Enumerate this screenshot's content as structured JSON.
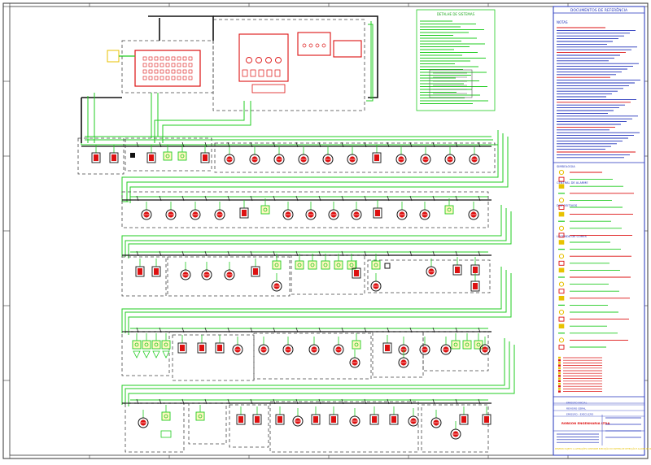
{
  "drawing": {
    "legend_header": "DOCUMENTOS DE REFERÊNCIA",
    "notes_label": "NOTAS",
    "detail_label": "DETALHE DE SISTEMAS",
    "company_name": "ROBSON ENGENHARIA LTDA",
    "revision_items": [
      "EMISSÃO INICIAL",
      "REVISÃO GERAL",
      "EMISSÃO - EXECUÇÃO"
    ],
    "footer_note": "DESENHO SUJEITO A ALTERAÇÕES CONFORME EXECUÇÃO DO SISTEMA DE DETECÇÃO E ALARME DE INCÊNDIO",
    "legend_sections": [
      "SIMBOLOGIA",
      "CENTRAL DE ALARME",
      "DISPOSITIVOS",
      "LEGENDA DE CORES"
    ]
  },
  "colors": {
    "wire_green": "#22cc22",
    "wire_black": "#111111",
    "device_red": "#dd1111",
    "border_blue": "#2233bb",
    "frame_dark": "#333333",
    "legend_yellow": "#e8c200"
  },
  "icons": {
    "detector": "circle-detector-icon",
    "manual_station": "square-pushbutton-icon",
    "control_panel": "fire-alarm-panel-icon"
  }
}
